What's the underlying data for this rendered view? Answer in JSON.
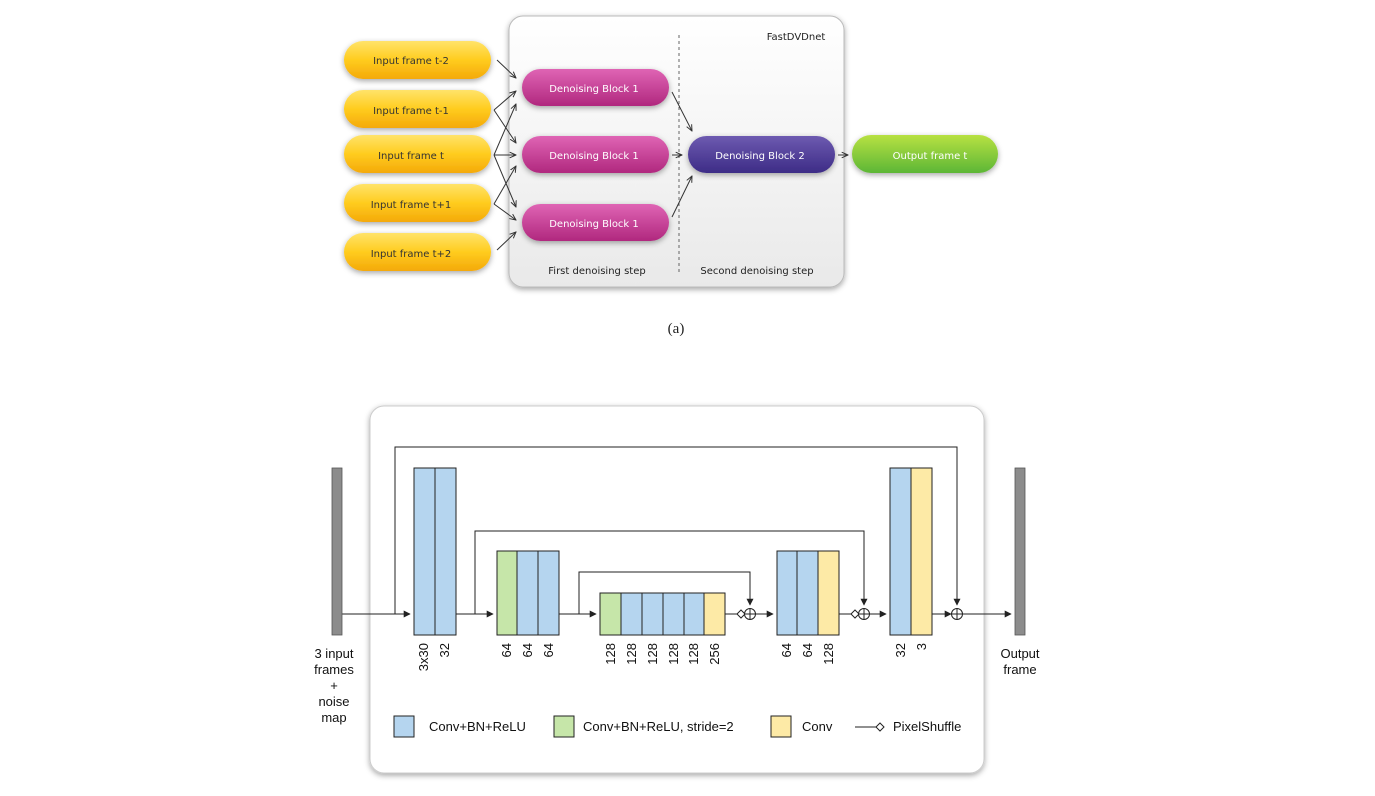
{
  "top": {
    "title": "FastDVDnet",
    "inputs": [
      "Input frame t-2",
      "Input frame t-1",
      "Input frame t",
      "Input frame t+1",
      "Input frame t+2"
    ],
    "block1_label": "Denoising Block 1",
    "block2_label": "Denoising Block 2",
    "output_label": "Output frame t",
    "step1": "First denoising step",
    "step2": "Second denoising step",
    "caption": "(a)"
  },
  "bottom": {
    "input_label": [
      "3 input",
      "frames",
      "+",
      "noise",
      "map"
    ],
    "output_label": [
      "Output",
      "frame"
    ],
    "channels": {
      "g1": [
        "3x30",
        "32"
      ],
      "g2": [
        "64",
        "64",
        "64"
      ],
      "g3": [
        "128",
        "128",
        "128",
        "128",
        "128",
        "256"
      ],
      "g4": [
        "64",
        "64",
        "128"
      ],
      "g5": [
        "32",
        "3"
      ]
    },
    "legend": {
      "conv_bn_relu": "Conv+BN+ReLU",
      "conv_bn_relu_stride": "Conv+BN+ReLU, stride=2",
      "conv": "Conv",
      "pixelshuffle": "PixelShuffle"
    },
    "colors": {
      "blue": "#b5d5ef",
      "green": "#c6e6a9",
      "yellow": "#fdeaa6",
      "gray": "#8c8c8c"
    }
  }
}
